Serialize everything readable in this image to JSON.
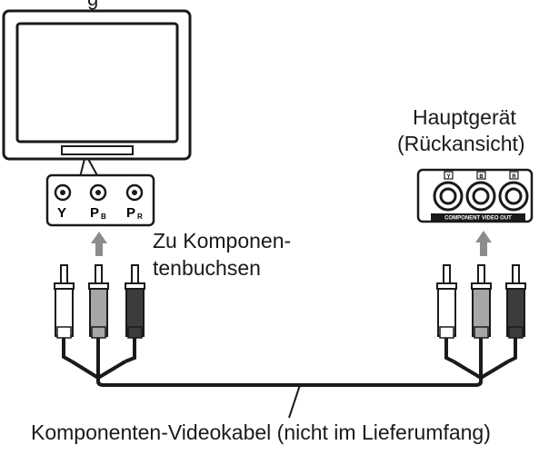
{
  "tv": {
    "title_fragment": "g"
  },
  "tv_jacks": [
    "Y",
    "P",
    "P"
  ],
  "tv_jack_subs": [
    "",
    "B",
    "R"
  ],
  "main_unit": {
    "label_line1": "Hauptgerät",
    "label_line2": "(Rückansicht)",
    "jack_tags": [
      "Y",
      "B",
      "R"
    ],
    "panel_text": "COMPONENT VIDEO OUT"
  },
  "connector_label_line1": "Zu Komponen-",
  "connector_label_line2": "tenbuchsen",
  "cable_caption": "Komponenten-Videokabel (nicht im Lieferumfang)",
  "colors": {
    "line": "#1a1a1a",
    "arrow": "#8c8c8c",
    "plug_white": "#ffffff",
    "plug_gray": "#a6a6a6",
    "plug_dark": "#3c3c3c"
  }
}
